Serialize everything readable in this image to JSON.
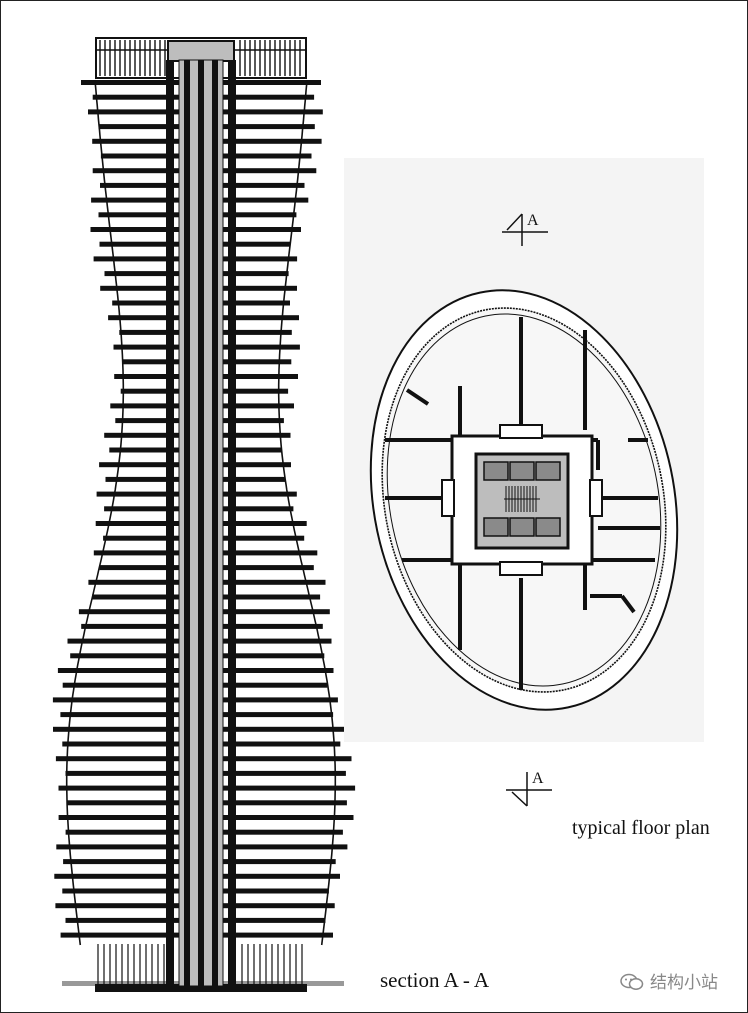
{
  "labels": {
    "section": "section A - A",
    "plan": "typical floor plan",
    "section_marker_top": "A",
    "section_marker_bottom": "A"
  },
  "watermark": {
    "text": "结构小站",
    "icon": "wechat-icon"
  },
  "colors": {
    "line": "#111111",
    "core_fill": "#bdbdbd",
    "plan_background": "#f4f4f4"
  }
}
